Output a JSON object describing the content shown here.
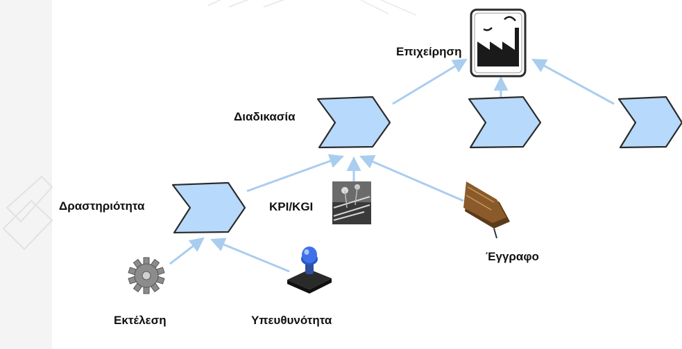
{
  "nodes": {
    "enterprise": {
      "label": "Επιχείρηση",
      "icon": "factory-icon"
    },
    "process": {
      "label": "Διαδικασία"
    },
    "activity": {
      "label": "Δραστηριότητα"
    },
    "kpi": {
      "label": "KPI/KGI",
      "icon": "gauge-photo-icon"
    },
    "document": {
      "label": "Έγγραφο",
      "icon": "book-icon"
    },
    "execution": {
      "label": "Εκτέλεση",
      "icon": "gear-icon"
    },
    "responsibility": {
      "label": "Υπευθυνότητα",
      "icon": "stamp-icon"
    }
  },
  "colors": {
    "chevron_fill": "#b7d9fb",
    "chevron_stroke": "#2b2b2b",
    "arrow": "#a9cdef",
    "background": "#ffffff"
  }
}
